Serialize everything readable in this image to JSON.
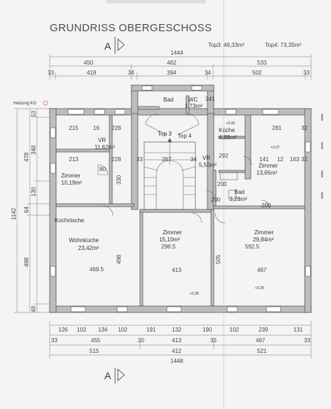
{
  "title": "GRUNDRISS OBERGESCHOSS",
  "section_marker": "A",
  "heizung_label": "Heizung KG",
  "tops": {
    "top3": "Top3: 46,33m²",
    "top4": "Top4: 73,35m²",
    "top3_short": "Top 3",
    "top4_short": "Top 4"
  },
  "rooms": {
    "bad_top": "Bad",
    "wc": "WC",
    "wc_area": "1,73m²",
    "vr_left": "VR",
    "vr_left_area": "11,62m²",
    "zimmer_left": "Zimmer",
    "zimmer_left_area": "10,19m²",
    "vr_mid": "VR",
    "vr_mid_area": "5,50m²",
    "kuche": "Küche",
    "kuche_area": "4,88m²",
    "zimmer_right": "Zimmer",
    "zimmer_right_area": "13,65m²",
    "bad_right": "Bad",
    "bad_right_area": "3,28m²",
    "kochnische": "Kochnische",
    "wohnkuche": "Wohnküche",
    "wohnkuche_area": "23,42m²",
    "zimmer_mid": "Zimmer",
    "zimmer_mid_area": "15,10m²",
    "zimmer_big": "Zimmer",
    "zimmer_big_area": "29,84m²"
  },
  "dims": {
    "top_total": "1444",
    "top_a": "450",
    "top_b": "462",
    "top_c": "533",
    "top_d1": "33",
    "top_d2": "418",
    "top_d3": "34",
    "top_d4": "394",
    "top_d5": "34",
    "top_d6": "502",
    "top_d7": "33",
    "bot_total": "1448",
    "bot_a": "515",
    "bot_b": "412",
    "bot_c": "521",
    "bot_w1": "33",
    "bot_w2": "455",
    "bot_w3": "30",
    "bot_w4": "413",
    "bot_w5": "35",
    "bot_w6": "467",
    "bot_w7": "33",
    "bot_o1": "126",
    "bot_o2": "102",
    "bot_o3": "134",
    "bot_o4": "102",
    "bot_o5": "191",
    "bot_o6": "132",
    "bot_o7": "190",
    "bot_o8": "102",
    "bot_o9": "239",
    "bot_o10": "131",
    "left_total": "1142",
    "left_a": "478",
    "left_b": "64",
    "left_c": "498",
    "left_s1": "53",
    "left_s2": "348",
    "left_s3": "130",
    "left_s4": "49",
    "in_215": "215",
    "in_16": "16",
    "in_228a": "228",
    "in_213": "213",
    "in_228b": "228",
    "in_33a": "33",
    "in_267": "267",
    "in_34": "34",
    "in_292": "292",
    "in_281": "281",
    "in_32a": "32",
    "in_141": "141",
    "in_12": "12",
    "in_163": "163",
    "in_32b": "32",
    "in_330": "330",
    "in_80a": "80",
    "in_200a": "200",
    "in_200b": "200",
    "in_200c": "200",
    "in_4695": "469.5",
    "in_2985": "298.5",
    "in_5925": "592.5",
    "in_413": "413",
    "in_467": "467",
    "in_505": "505",
    "in_498": "498",
    "sock_337": "+3,37",
    "sock_340": "+3,40",
    "sock_338": "+3,38",
    "sock_336": "+3,36",
    "d341": "341"
  }
}
